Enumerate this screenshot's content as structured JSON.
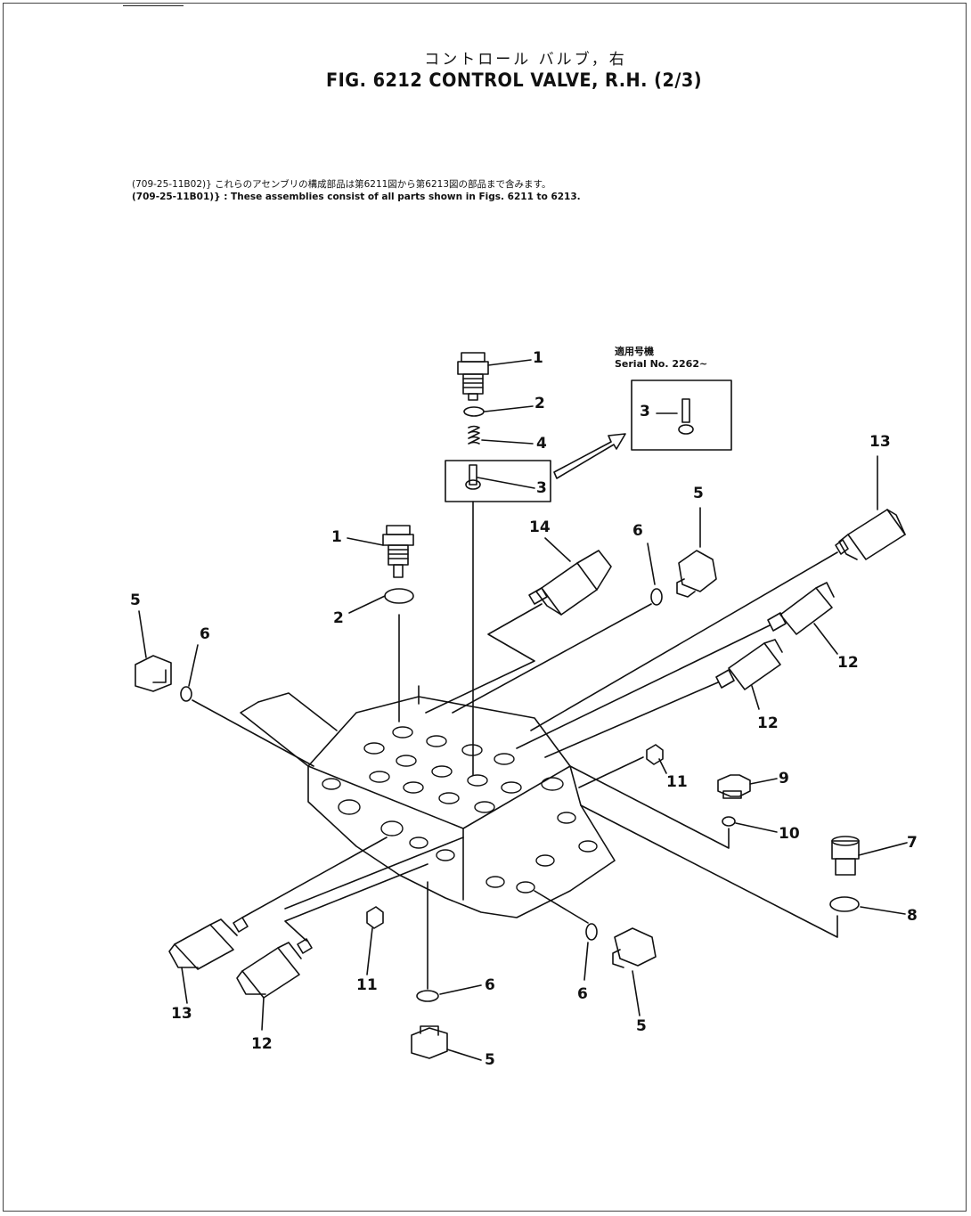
{
  "title": {
    "japanese": "コントロール バルブ，右",
    "english": "FIG. 6212 CONTROL VALVE, R.H. (2/3)"
  },
  "notes": [
    "(709-25-11B02)} これらのアセンブリの構成部品は第6211図から第6213図の部品まで含みます。",
    "(709-25-11B01)} : These assemblies consist of all parts shown in Figs. 6211 to 6213."
  ],
  "serial_box": {
    "line1": "適用号機",
    "line2": "Serial No. 2262~",
    "callout": "3"
  },
  "callouts": [
    {
      "id": "c1a",
      "text": "1"
    },
    {
      "id": "c2a",
      "text": "2"
    },
    {
      "id": "c4",
      "text": "4"
    },
    {
      "id": "c3",
      "text": "3"
    },
    {
      "id": "c13a",
      "text": "13"
    },
    {
      "id": "c5a",
      "text": "5"
    },
    {
      "id": "c6a",
      "text": "6"
    },
    {
      "id": "c14",
      "text": "14"
    },
    {
      "id": "c1b",
      "text": "1"
    },
    {
      "id": "c2b",
      "text": "2"
    },
    {
      "id": "c5b",
      "text": "5"
    },
    {
      "id": "c6b",
      "text": "6"
    },
    {
      "id": "c12a",
      "text": "12"
    },
    {
      "id": "c12b",
      "text": "12"
    },
    {
      "id": "c11a",
      "text": "11"
    },
    {
      "id": "c9",
      "text": "9"
    },
    {
      "id": "c10",
      "text": "10"
    },
    {
      "id": "c7",
      "text": "7"
    },
    {
      "id": "c8",
      "text": "8"
    },
    {
      "id": "c13b",
      "text": "13"
    },
    {
      "id": "c12c",
      "text": "12"
    },
    {
      "id": "c11b",
      "text": "11"
    },
    {
      "id": "c6c",
      "text": "6"
    },
    {
      "id": "c6d",
      "text": "6"
    },
    {
      "id": "c5c",
      "text": "5"
    },
    {
      "id": "c5d",
      "text": "5"
    }
  ]
}
